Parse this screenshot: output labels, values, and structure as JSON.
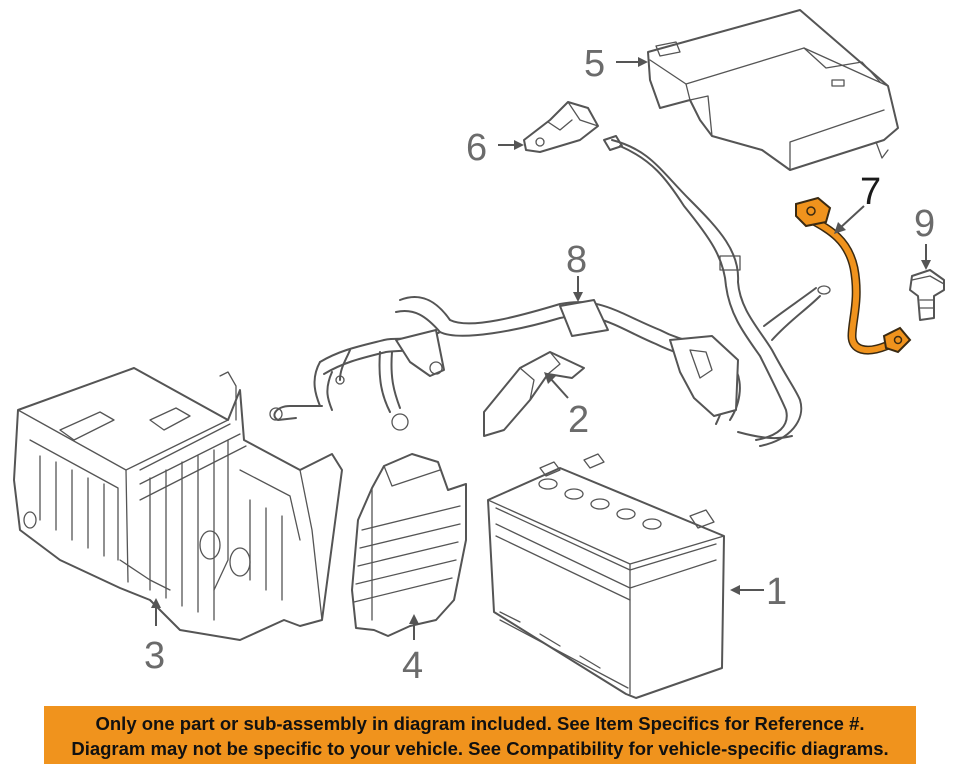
{
  "callouts": {
    "c1": "1",
    "c2": "2",
    "c3": "3",
    "c4": "4",
    "c5": "5",
    "c6": "6",
    "c7": "7",
    "c8": "8",
    "c9": "9"
  },
  "highlight_color": "#f0931d",
  "banner": {
    "line1": "Only one part or sub-assembly in diagram included. See Item Specifics for Reference #.",
    "line2": "Diagram may not be specific to your vehicle. See Compatibility for vehicle-specific diagrams."
  }
}
